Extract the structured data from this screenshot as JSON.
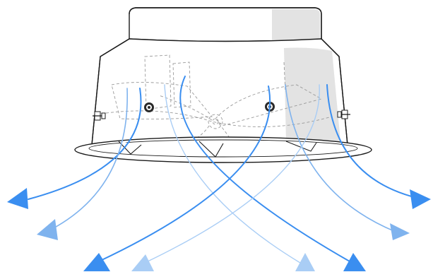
{
  "diagram": {
    "subject": "ceiling-fan-heater-airflow",
    "icons": [
      "fan-housing",
      "fan-blades",
      "mounting-screw",
      "airflow-arrow"
    ],
    "colors": {
      "outline": "#1a1a1a",
      "shade": "#e3e3e3",
      "hidden_line": "#9a9a9a",
      "arrow_dark": "#3a8ef0",
      "arrow_mid": "#7fb3ee",
      "arrow_light": "#a9cdf5",
      "screw_fill": "#2a2a2a"
    },
    "flows": [
      {
        "side": "left",
        "tone": "arrow_dark",
        "ends_at": "far-left"
      },
      {
        "side": "left",
        "tone": "arrow_mid",
        "ends_at": "left"
      },
      {
        "side": "left",
        "tone": "arrow_light",
        "ends_at": "bottom-right"
      },
      {
        "side": "left",
        "tone": "arrow_dark",
        "ends_at": "bottom-right"
      },
      {
        "side": "right",
        "tone": "arrow_dark",
        "ends_at": "far-right"
      },
      {
        "side": "right",
        "tone": "arrow_mid",
        "ends_at": "right"
      },
      {
        "side": "right",
        "tone": "arrow_light",
        "ends_at": "bottom-left"
      },
      {
        "side": "right",
        "tone": "arrow_dark",
        "ends_at": "bottom-left"
      }
    ]
  }
}
